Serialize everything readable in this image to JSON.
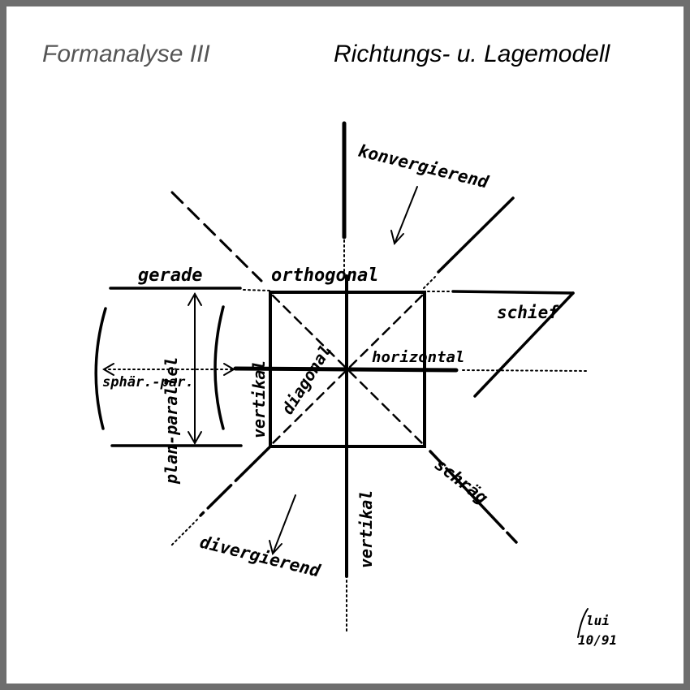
{
  "header": {
    "left_title": "Formanalyse III",
    "right_title": "Richtungs- u. Lagemodell"
  },
  "labels": {
    "konvergierend": "konvergierend",
    "orthogonal": "orthogonal",
    "gerade": "gerade",
    "schief": "schief",
    "horizontal": "horizontal",
    "diagonal": "diagonal",
    "vertikal_inner": "vertikal",
    "vertikal_lower": "vertikal",
    "sphaer_par": "sphär.-par.",
    "plan_parallel": "plan-parallel",
    "schraeg": "schräg",
    "divergierend": "divergierend"
  },
  "signature": {
    "initials": "lui",
    "date": "10/91"
  }
}
